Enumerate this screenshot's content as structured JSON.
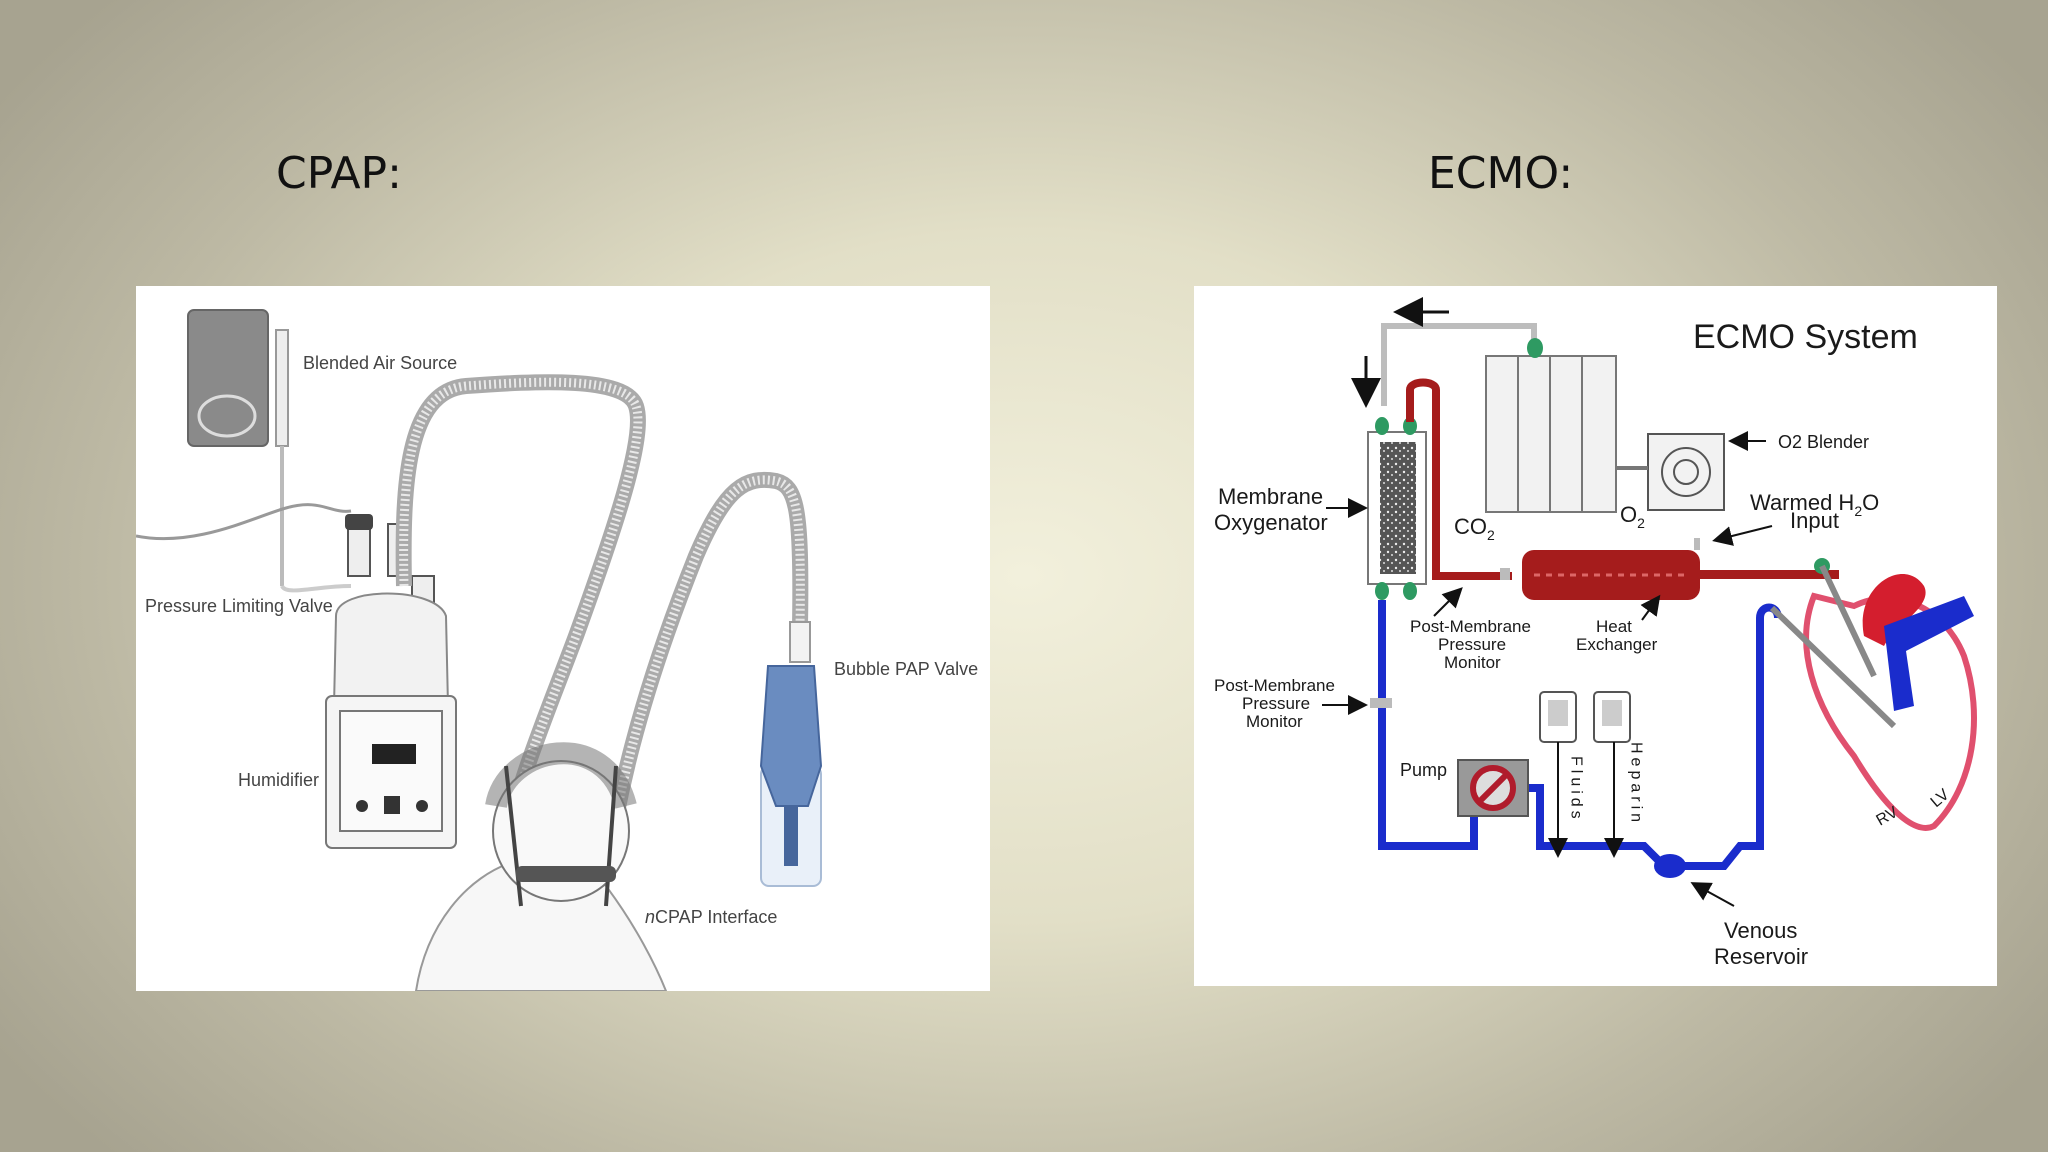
{
  "slide": {
    "cpap_heading": "CPAP:",
    "ecmo_heading": "ECMO:"
  },
  "cpap_diagram": {
    "labels": {
      "air_source": "Blended Air Source",
      "pressure_valve": "Pressure Limiting Valve",
      "bubble_valve": "Bubble PAP Valve",
      "humidifier": "Humidifier",
      "interface_prefix": "n",
      "interface": "CPAP Interface"
    }
  },
  "ecmo_diagram": {
    "title": "ECMO System",
    "labels": {
      "membrane_1": "Membrane",
      "membrane_2": "Oxygenator",
      "o2_blender": "O2 Blender",
      "warmed_1": "Warmed H",
      "warmed_sub": "2",
      "warmed_2": "O",
      "warmed_3": "Input",
      "co2": "CO",
      "co2_sub": "2",
      "o2": "O",
      "o2_sub": "2",
      "post_membrane_a_1": "Post-Membrane",
      "post_membrane_a_2": "Pressure",
      "post_membrane_a_3": "Monitor",
      "heat_1": "Heat",
      "heat_2": "Exchanger",
      "post_membrane_b_1": "Post-Membrane",
      "post_membrane_b_2": "Pressure",
      "post_membrane_b_3": "Monitor",
      "pump": "Pump",
      "fluids": "Fluids",
      "heparin": "Heparin",
      "venous_1": "Venous",
      "venous_2": "Reservoir",
      "rv": "RV",
      "lv": "LV"
    },
    "colors": {
      "arterial": "#a51c1c",
      "venous": "#1a2ccc",
      "connector": "#2e9a62",
      "heart": "#e0506e"
    }
  }
}
